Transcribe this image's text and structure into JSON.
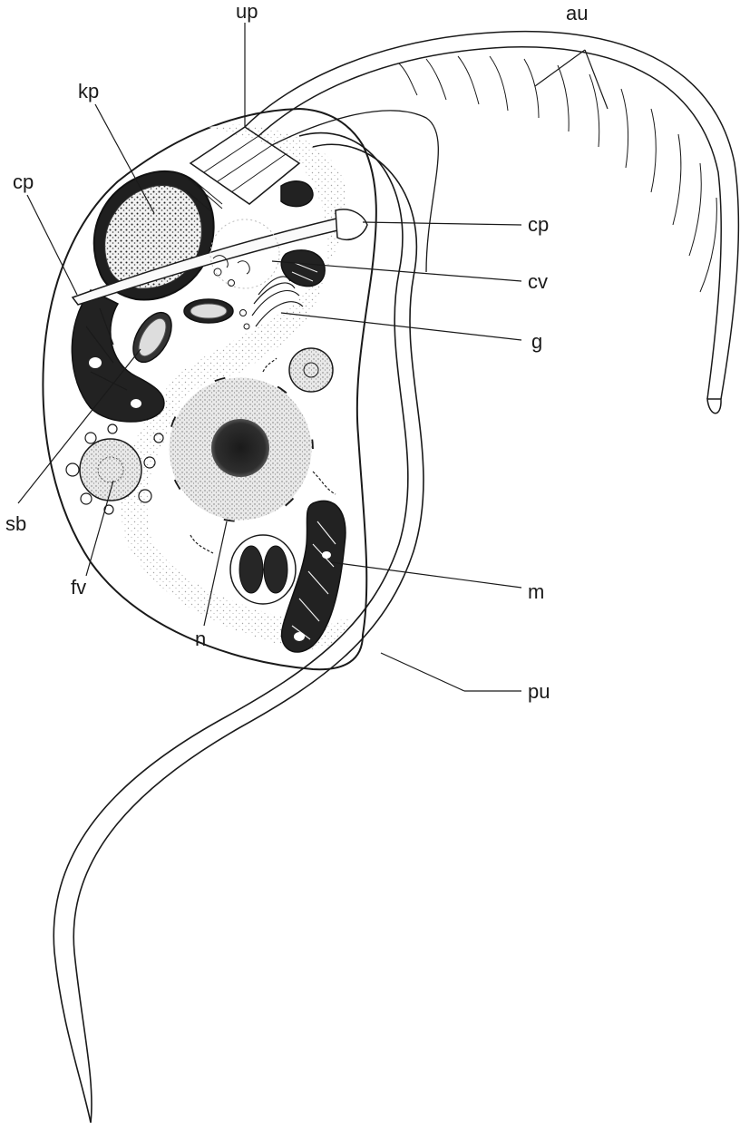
{
  "labels": {
    "up": "up",
    "au": "au",
    "kp": "kp",
    "cp_left": "cp",
    "cp_right": "cp",
    "cv": "cv",
    "g": "g",
    "sb": "sb",
    "fv": "fv",
    "m": "m",
    "n": "n",
    "pu": "pu"
  },
  "colors": {
    "ink": "#1a1a1a",
    "cytoplasm_stipple": "#bdbdbd",
    "dark_organelle": "#262626",
    "background": "#ffffff"
  }
}
